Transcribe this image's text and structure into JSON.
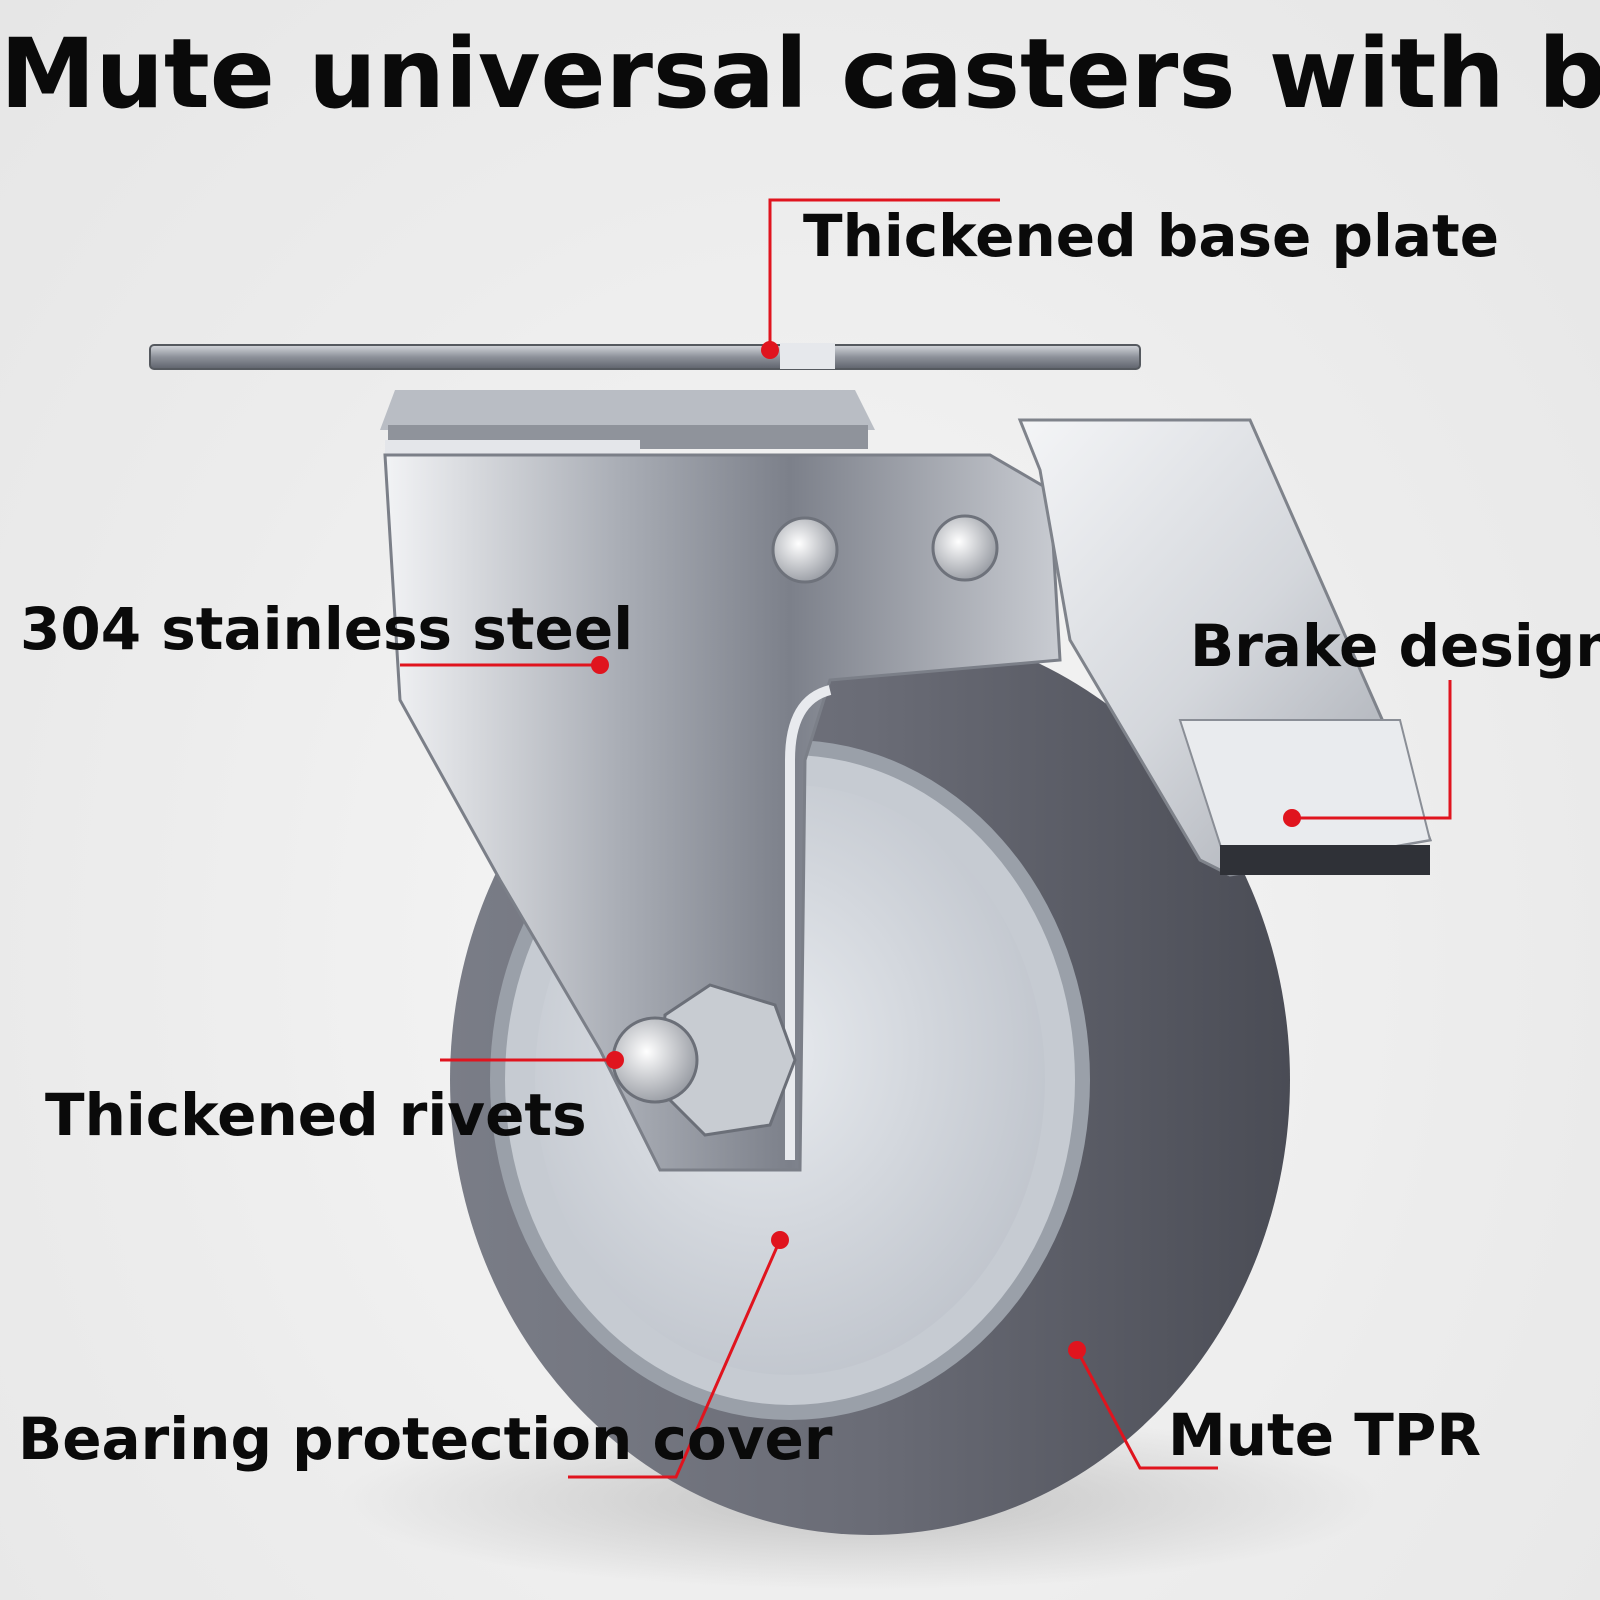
{
  "title": "Mute universal casters with brake",
  "labels": {
    "base_plate": "Thickened base plate",
    "stainless": "304 stainless steel",
    "brake": "Brake design",
    "rivets": "Thickened rivets",
    "cover": "Bearing protection cover",
    "tpr": "Mute TPR"
  },
  "colors": {
    "callout": "#e0141e",
    "tire": "#5d5f68",
    "steel": "#c9ccd2",
    "hub": "#d9dde3"
  }
}
